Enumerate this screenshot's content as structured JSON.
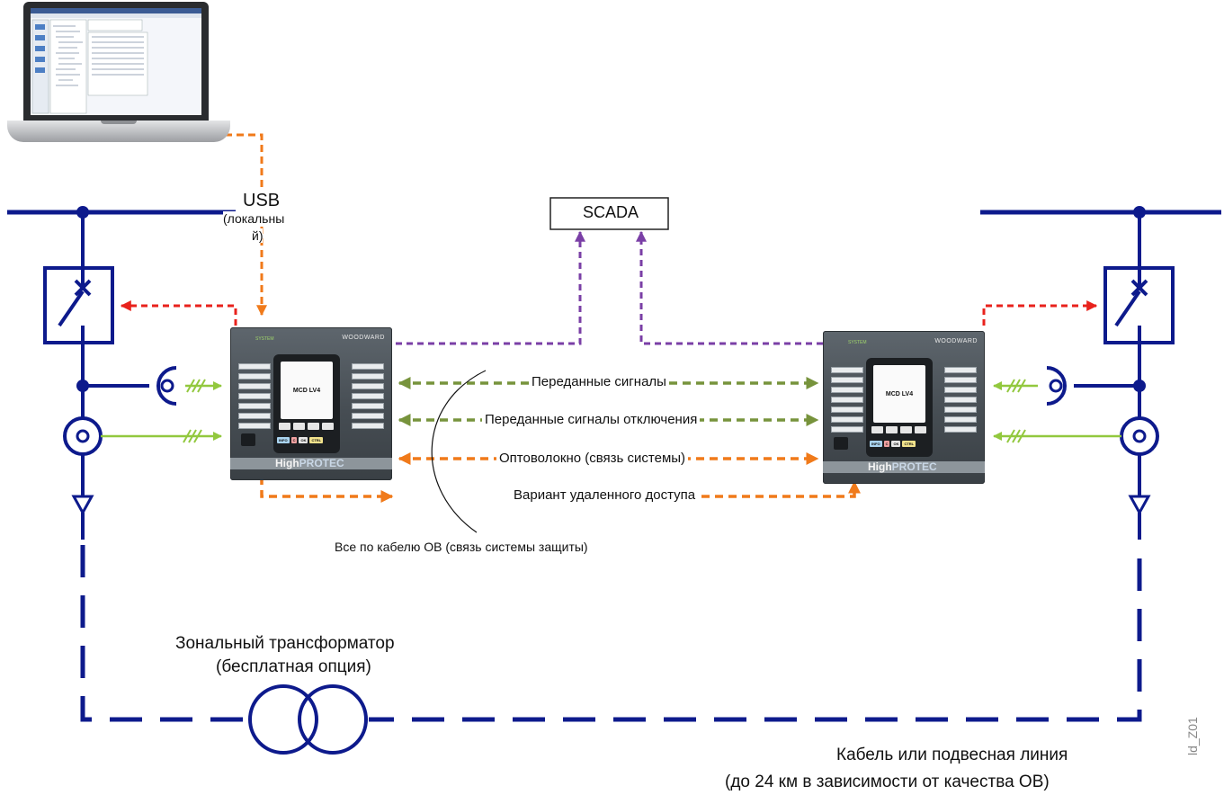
{
  "labels": {
    "usb": "USB",
    "usb_sub_line1": "(локальны",
    "usb_sub_line2": "й)",
    "scada": "SCADA",
    "signal_transmitted": "Переданные сигналы",
    "signal_trip": "Переданные сигналы отключения",
    "signal_fiber": "Оптоволокно (связь системы)",
    "signal_remote": "Вариант удаленного доступа",
    "fiber_all": "Все по кабелю ОВ (связь системы защиты)",
    "zone_transformer_line1": "Зональный трансформатор",
    "zone_transformer_line2": "(бесплатная опция)",
    "cable_line1": "Кабель или подвесная линия",
    "cable_line2": "(до 24 км в зависимости от качества ОВ)",
    "figure_id": "ld_Z01"
  },
  "relay": {
    "model": "MCD LV4",
    "brand": "WOODWARD",
    "system_tag": "SYSTEM",
    "series_high": "High",
    "series_protec": "PROTEC",
    "keys": [
      "INFO",
      "C",
      "OK",
      "CTRL"
    ]
  },
  "colors": {
    "busbar": "#0d1a8c",
    "usb_orange": "#f07a1a",
    "scada_purple": "#7a3fa6",
    "signal_green": "#77933c",
    "trip_red": "#e8221c",
    "ct_green": "#92c83e"
  },
  "icons": [
    "laptop-icon",
    "relay-device-icon",
    "circuit-breaker-icon",
    "current-transformer-icon",
    "voltage-transformer-icon",
    "earth-icon",
    "zone-transformer-icon",
    "arrow-icon"
  ]
}
